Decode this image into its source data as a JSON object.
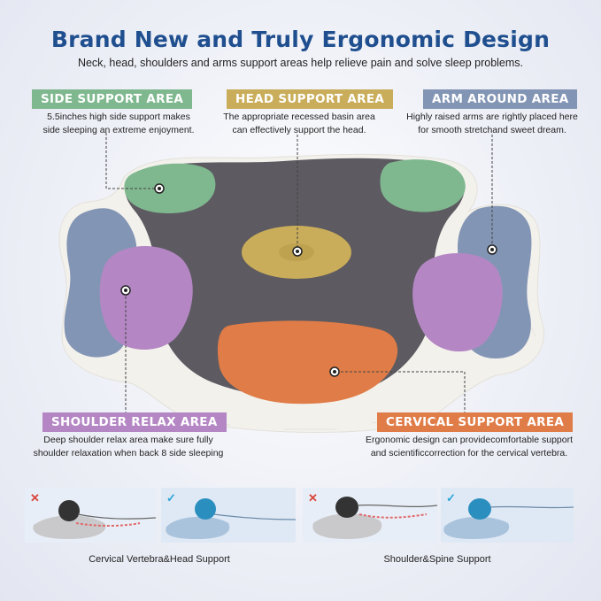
{
  "header": {
    "title": "Brand New and Truly Ergonomic Design",
    "subtitle": "Neck, head, shoulders and arms support areas help relieve pain and solve sleep problems."
  },
  "areas": {
    "side": {
      "label": "SIDE SUPPORT AREA",
      "color": "#7fb88f",
      "desc_line1": "5.5inches high side support makes",
      "desc_line2": "side sleeping an extreme enjoyment."
    },
    "head": {
      "label": "HEAD SUPPORT AREA",
      "color": "#c9ad5a",
      "desc_line1": "The appropriate recessed basin area",
      "desc_line2": "can effectively support the head."
    },
    "arm": {
      "label": "ARM AROUND AREA",
      "color": "#8395b5",
      "desc_line1": "Highly raised arms are rightly placed here",
      "desc_line2": "for smooth stretchand sweet dream."
    },
    "shoulder": {
      "label": "SHOULDER RELAX AREA",
      "color": "#b487c4",
      "desc_line1": "Deep shoulder relax area make sure fully",
      "desc_line2": "shoulder relaxation when back 8 side sleeping"
    },
    "cervical": {
      "label": "CERVICAL SUPPORT AREA",
      "color": "#e07c47",
      "desc_line1": "Ergonomic design can providecomfortable support",
      "desc_line2": "and scientificcorrection for the cervical vertebra."
    }
  },
  "comparisons": {
    "left_caption": "Cervical Vertebra&Head Support",
    "right_caption": "Shoulder&Spine Support",
    "wrong_mark": "✕",
    "right_mark": "✓",
    "wrong_color": "#d9463b",
    "right_color": "#2aa5d8"
  },
  "pillow_colors": {
    "body": "#5d5a61",
    "foam": "#f3f1ec",
    "side_pad": "#7fb88f",
    "arm_pad": "#8395b5",
    "shoulder_pad": "#b487c4",
    "head_pad": "#c9ad5a",
    "cervical_pad": "#e07c47"
  }
}
